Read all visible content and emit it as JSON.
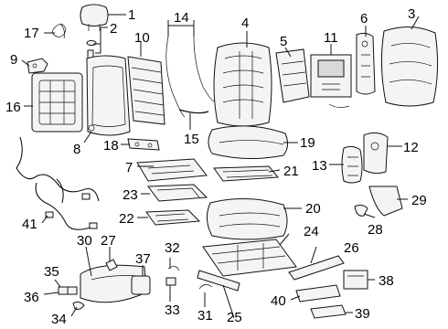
{
  "callouts": {
    "c1": "1",
    "c2": "2",
    "c3": "3",
    "c4": "4",
    "c5": "5",
    "c6": "6",
    "c7": "7",
    "c8": "8",
    "c9": "9",
    "c10": "10",
    "c11": "11",
    "c12": "12",
    "c13": "13",
    "c14": "14",
    "c15": "15",
    "c16": "16",
    "c17": "17",
    "c18": "18",
    "c19": "19",
    "c20": "20",
    "c21": "21",
    "c22": "22",
    "c23": "23",
    "c24": "24",
    "c25": "25",
    "c26": "26",
    "c27": "27",
    "c28": "28",
    "c29": "29",
    "c30": "30",
    "c31": "31",
    "c32": "32",
    "c33": "33",
    "c34": "34",
    "c35": "35",
    "c36": "36",
    "c37": "37",
    "c38": "38",
    "c39": "39",
    "c40": "40",
    "c41": "41"
  }
}
